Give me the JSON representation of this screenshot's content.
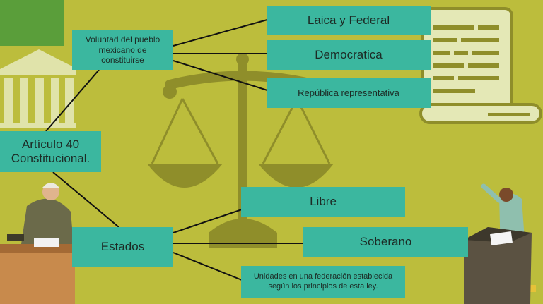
{
  "diagram": {
    "root": "Artículo 40 Constitucional.",
    "branch_top": "Voluntad del pueblo mexicano de constituirse",
    "branch_bottom": "Estados",
    "top_children": [
      "Laica y Federal",
      "Democratica",
      "República representativa"
    ],
    "bottom_children": [
      "Libre",
      "Soberano",
      "Unidades en una federación establecida según los principios de esta ley."
    ]
  },
  "colors": {
    "background": "#bcbd3c",
    "box": "#3bb79f",
    "accent_green": "#5a9e3a",
    "illustration": "#8f8e2a",
    "line": "#111111"
  },
  "icons": [
    "courthouse-icon",
    "justice-scale-icon",
    "scroll-document-icon",
    "judge-figure-icon",
    "voter-ballot-box-icon"
  ]
}
